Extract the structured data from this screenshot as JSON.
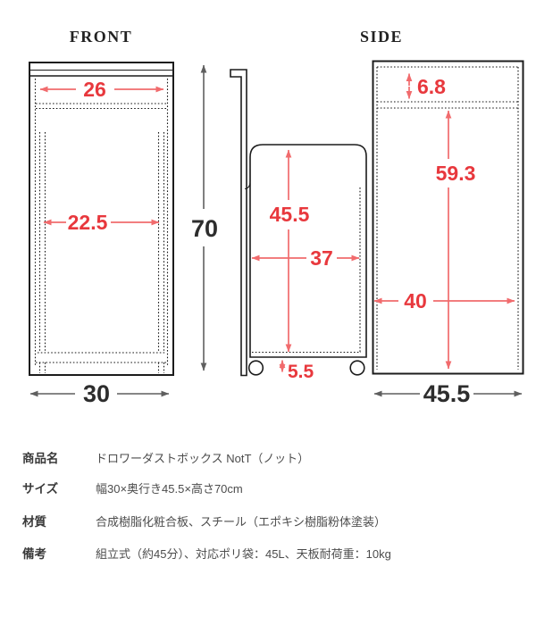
{
  "diagram": {
    "front": {
      "title": "FRONT",
      "dims": {
        "top_inner_width": "26",
        "inner_width": "22.5",
        "height": "70",
        "width": "30"
      }
    },
    "pullout": {
      "dims": {
        "bin_height": "45.5",
        "bin_depth": "37",
        "caster_clearance": "5.5"
      }
    },
    "side": {
      "title": "SIDE",
      "dims": {
        "top_section_height": "6.8",
        "body_height": "59.3",
        "inner_depth": "40",
        "depth": "45.5"
      }
    },
    "colors": {
      "dimension_red_text": "#e8383d",
      "dimension_red_line": "#f16b6d",
      "dimension_gray_line": "#5f5f5f",
      "drawing_line": "#1c1c1c"
    }
  },
  "specs": {
    "rows": [
      {
        "label": "商品名",
        "value": "ドロワーダストボックス NotT（ノット）"
      },
      {
        "label": "サイズ",
        "value": "幅30×奥行き45.5×高さ70cm"
      },
      {
        "label": "材質",
        "value": "合成樹脂化粧合板、スチール（エポキシ樹脂粉体塗装）"
      },
      {
        "label": "備考",
        "value": "組立式（約45分）、対応ポリ袋：45L、天板耐荷重：10kg"
      }
    ]
  }
}
